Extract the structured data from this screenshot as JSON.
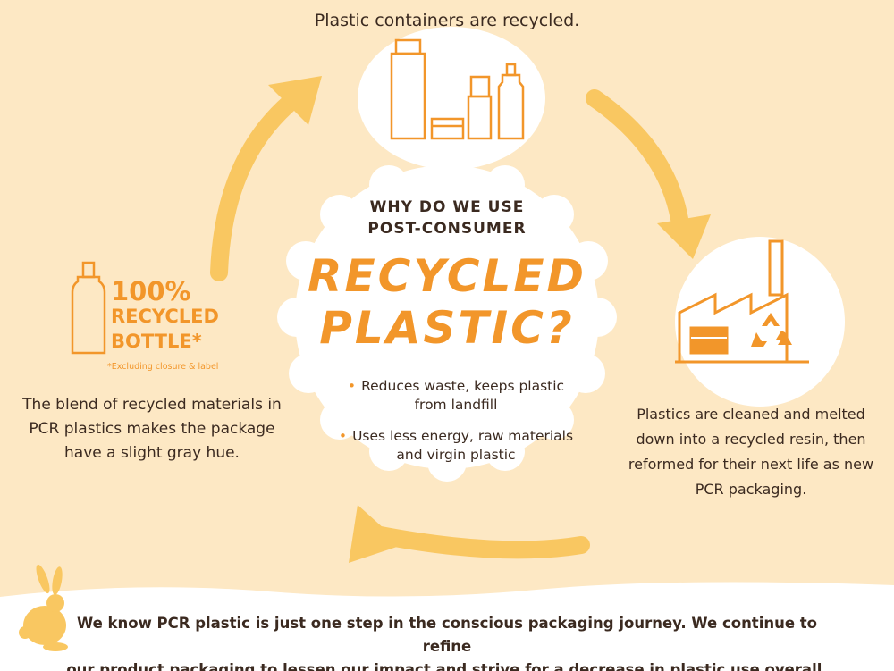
{
  "colors": {
    "background": "#fde8c4",
    "accent_orange": "#f2962a",
    "arrow_yellow": "#f9c761",
    "text_dark": "#3b2a20",
    "white": "#ffffff"
  },
  "top_caption": "Plastic containers are recycled.",
  "center": {
    "question_line1": "WHY DO WE USE",
    "question_line2": "POST-CONSUMER",
    "title_line1": "RECYCLED",
    "title_line2": "PLASTIC?",
    "bullets": [
      {
        "line1": "Reduces waste, keeps plastic",
        "line2": "from landfill"
      },
      {
        "line1": "Uses less energy, raw materials",
        "line2": "and virgin plastic"
      }
    ]
  },
  "badge": {
    "line1": "100%",
    "line2": "RECYCLED",
    "line3": "BOTTLE*",
    "note": "*Excluding closure & label"
  },
  "left_text": {
    "line1": "The blend of recycled materials in",
    "line2": "PCR plastics makes the package",
    "line3": "have a slight gray hue."
  },
  "right_text": {
    "line1": "Plastics are cleaned and melted",
    "line2": "down into a recycled resin, then",
    "line3": "reformed for their next life as new",
    "line4": "PCR packaging."
  },
  "footer": {
    "line1": "We know PCR plastic is just one step in the conscious packaging journey. We continue to refine",
    "line2": "our product packaging to lessen our impact and strive for a decrease in plastic use overall."
  },
  "icons": [
    "plastic-containers-icon",
    "factory-recycle-icon",
    "recycled-bottle-icon",
    "bunny-logo-icon",
    "cycle-arrow-icon"
  ]
}
